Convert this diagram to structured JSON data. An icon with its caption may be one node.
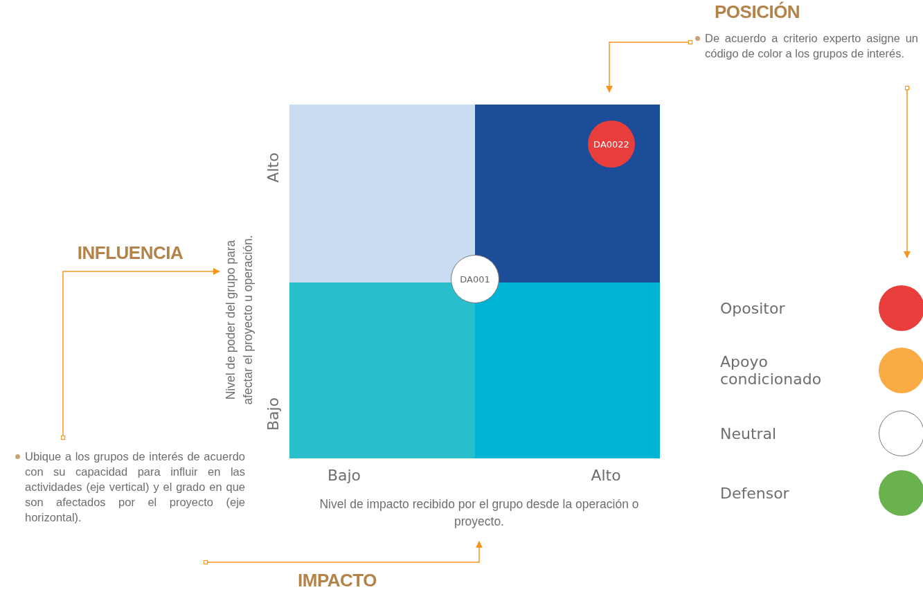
{
  "diagram": {
    "nodes": [
      {
        "text": [
          "Ubique a los grupos de interés de acuerdo con su capacidad para influir en las actividades (eje vertical) y el grado en que son afectados por el proyecto (eje horizontal)."
        ]
      },
      {
        "text": [
          "Nivel de  poder del grupo para afectar el proyecto u operación."
        ]
      },
      {
        "text": [],
        "shape": "box"
      },
      {
        "text": [],
        "shape": "box"
      },
      {
        "text": [],
        "shape": "box"
      },
      {
        "text": [],
        "shape": "box"
      },
      {
        "text": [
          "DA0022"
        ],
        "in": 3
      },
      {
        "text": [
          "DA001"
        ]
      },
      {
        "text": [
          "Nivel de impacto recibido por el grupo  desde la operación o proyecto."
        ]
      },
      {
        "text": [
          "POSICIÓN",
          "De acuerdo a criterio experto asigne un código de color a los grupos de interés."
        ]
      }
    ],
    "edges": [
      {
        "from": 0,
        "to": 1,
        "arrow": "to",
        "label": "INFLUENCIA"
      },
      {
        "from": 0,
        "to": 8,
        "arrow": "to",
        "label": "IMPACTO"
      },
      {
        "from": 9,
        "to": 3,
        "arrow": "to"
      },
      {
        "from": 9,
        "to": null,
        "arrow": "to"
      }
    ],
    "labels": [
      "Alto",
      "Bajo",
      "Bajo",
      "Alto"
    ],
    "legend": [
      {
        "text": "Opositor",
        "color": "#e83e3c"
      },
      {
        "text": "Apoyo condicionado",
        "color": "#f9ac43"
      },
      {
        "text": "Neutral",
        "color": "#ffffff"
      },
      {
        "text": "Defensor",
        "color": "#6ab24e"
      }
    ]
  }
}
